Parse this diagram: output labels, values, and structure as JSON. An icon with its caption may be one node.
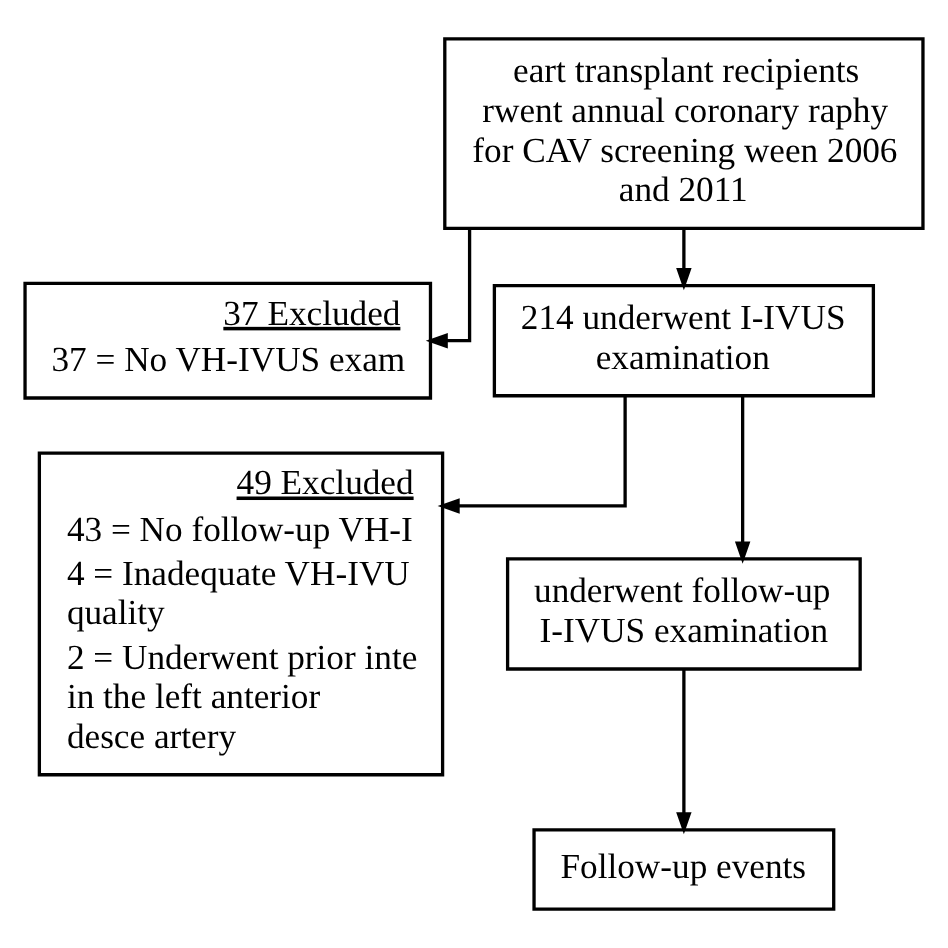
{
  "diagram": {
    "nodes": [
      {
        "text": [
          "eart transplant recipients rwent annual coronary raphy for CAV screening ween 2006 and 2011"
        ]
      },
      {
        "text": [
          "37 Excluded",
          "37 = No VH-IVUS exam"
        ]
      },
      {
        "text": [
          "214 underwent I-IVUS examination"
        ]
      },
      {
        "text": [
          "49 Excluded",
          "43 = No follow-up VH-I",
          "4 = Inadequate VH-IVU quality",
          "2 = Underwent prior inte in the left anterior desce artery"
        ]
      },
      {
        "text": [
          "underwent follow-up I-IVUS examination"
        ]
      },
      {
        "text": [
          "Follow-up events"
        ]
      }
    ],
    "edges": [
      {
        "from": 0,
        "to": 2,
        "arrow": "to"
      },
      {
        "from": 0,
        "to": 1,
        "arrow": "to"
      },
      {
        "from": 2,
        "to": 4,
        "arrow": "to"
      },
      {
        "from": 2,
        "to": 3,
        "arrow": "to"
      },
      {
        "from": 4,
        "to": 5,
        "arrow": "to"
      }
    ]
  }
}
